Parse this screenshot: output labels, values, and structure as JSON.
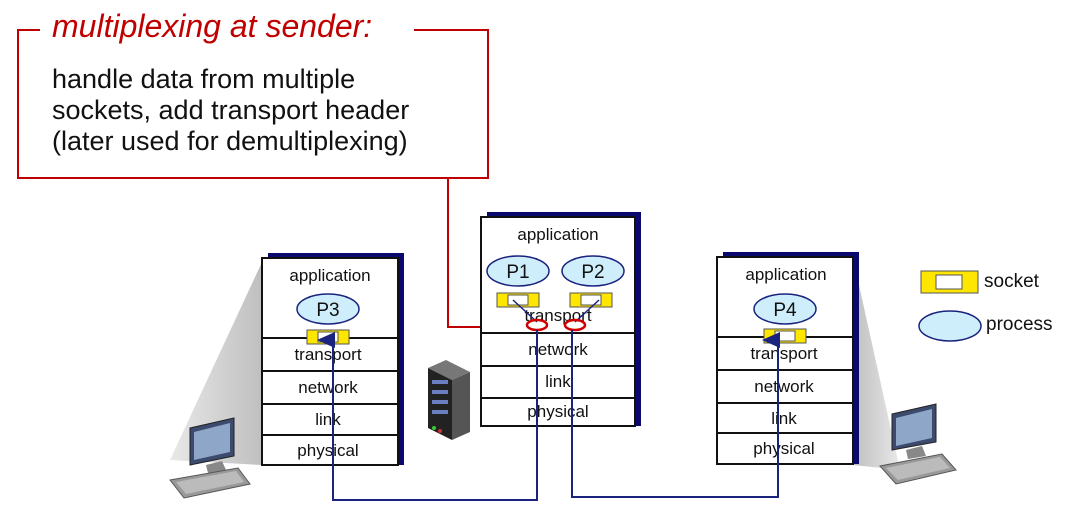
{
  "callout": {
    "title": "multiplexing at sender:",
    "lines": [
      "handle data from multiple",
      "sockets, add transport header",
      "(later used for demultiplexing)"
    ]
  },
  "hosts": {
    "left": {
      "layers": [
        "application",
        "transport",
        "network",
        "link",
        "physical"
      ],
      "process": "P3"
    },
    "middle": {
      "layers": [
        "application",
        "transport",
        "network",
        "link",
        "physical"
      ],
      "processes": [
        "P1",
        "P2"
      ]
    },
    "right": {
      "layers": [
        "application",
        "transport",
        "network",
        "link",
        "physical"
      ],
      "process": "P4"
    }
  },
  "legend": {
    "socket": "socket",
    "process": "process"
  },
  "colors": {
    "callout": "#c00000",
    "link_line": "#1a237e",
    "process_fill": "#cfeefb",
    "socket_fill": "#ffe600",
    "stack_shadow": "#0a0a6e"
  }
}
